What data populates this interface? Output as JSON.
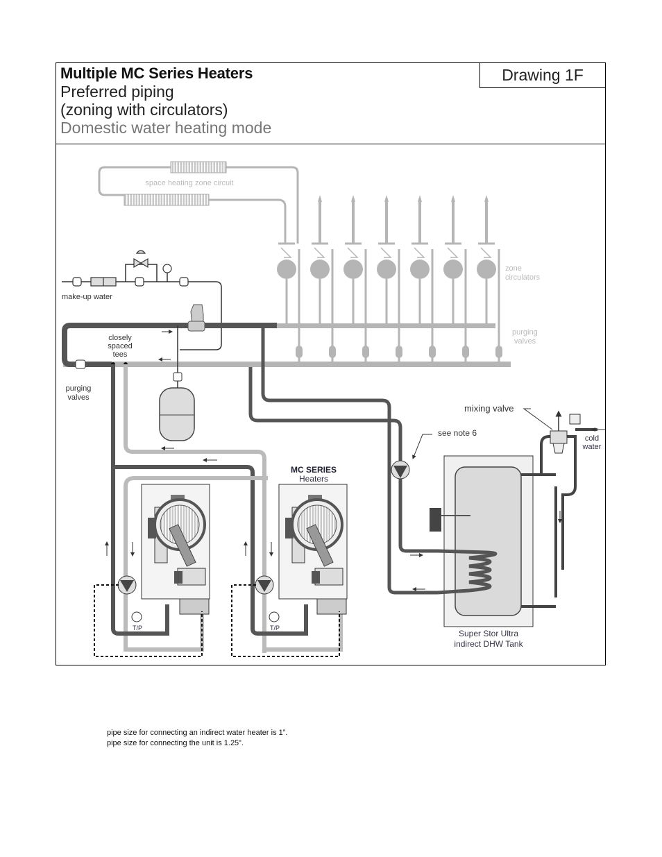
{
  "header": {
    "title": "Multiple MC Series Heaters",
    "subtitle_line1": "Preferred piping",
    "subtitle_line2": "(zoning with circulators)",
    "mode": "Domestic water heating mode",
    "drawing_label": "Drawing 1F"
  },
  "diagram": {
    "labels": {
      "space_heating": "space heating zone circuit",
      "zone_circulators_1": "zone",
      "zone_circulators_2": "circulators",
      "purging_valves_right_1": "purging",
      "purging_valves_right_2": "valves",
      "makeup_water": "make-up water",
      "closely_1": "closely",
      "closely_2": "spaced",
      "closely_3": "tees",
      "purging_valves_left_1": "purging",
      "purging_valves_left_2": "valves",
      "mixing_valve": "mixing valve",
      "see_note": "see note 6",
      "cold_water_1": "cold",
      "cold_water_2": "water",
      "mc_series_1": "MC SERIES",
      "mc_series_2": "Heaters",
      "tp_1": "T/P",
      "tp_2": "T/P",
      "tank_1": "Super Stor Ultra",
      "tank_2": "indirect DHW Tank"
    },
    "zone_circulator_count": 7
  },
  "notes": [
    "pipe size for connecting an indirect water heater is 1”.",
    "pipe size for connecting the unit is 1.25”."
  ]
}
